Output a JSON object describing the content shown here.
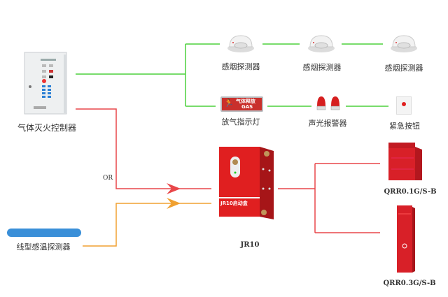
{
  "colors": {
    "green_wire": "#4cd03c",
    "red_wire": "#e8474a",
    "orange_wire": "#f0a030",
    "device_red": "#d8232a",
    "linear_detector_blue": "#3a8fd8"
  },
  "controller": {
    "label": "气体灭火控制器"
  },
  "smoke_detectors": [
    {
      "label": "感烟探测器"
    },
    {
      "label": "感烟探测器"
    },
    {
      "label": "感烟探测器"
    }
  ],
  "release_indicator": {
    "label": "放气指示灯",
    "sign_text": "气体释放",
    "sign_sub": "GAS"
  },
  "sound_light_alarm": {
    "label": "声光报警器"
  },
  "emergency_button": {
    "label": "紧急按钮"
  },
  "or_label": "OR",
  "linear_heat_detector": {
    "label": "线型感温探测器"
  },
  "jr10": {
    "label": "JR10",
    "panel_text": "JR10启动盒"
  },
  "qrr_small": {
    "label": "QRR0.1G/S-B"
  },
  "qrr_large": {
    "label": "QRR0.3G/S-B"
  }
}
